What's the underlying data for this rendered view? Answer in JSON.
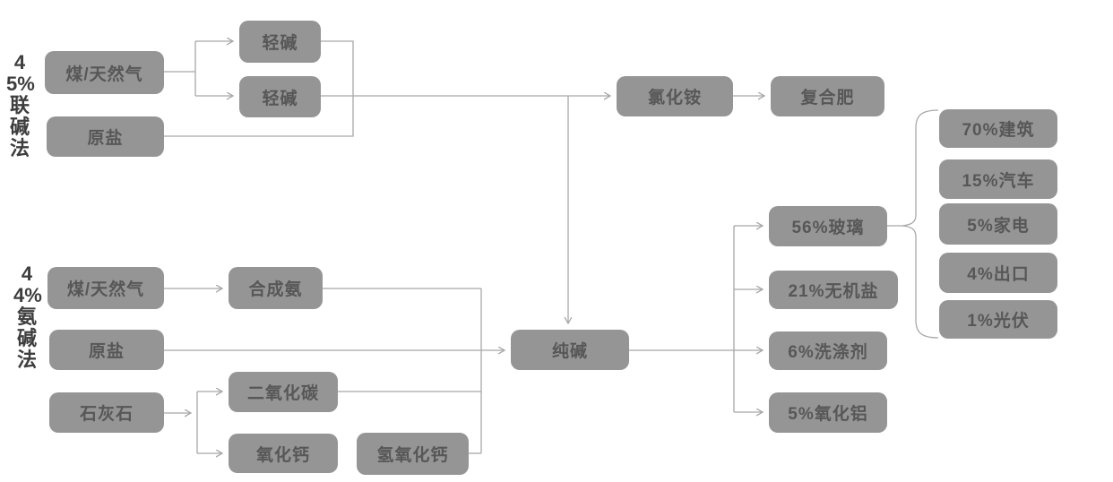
{
  "colors": {
    "node_fill": "#959595",
    "node_text": "#575757",
    "side_label": "#3d3d3d",
    "connector": "#a8a8a8",
    "background": "#ffffff"
  },
  "side_labels": {
    "top_process": "45%联碱法",
    "bottom_process": "44%氨碱法"
  },
  "nodes": {
    "coal_gas_top": "煤/天然气",
    "raw_salt_top": "原盐",
    "light_soda_1": "轻碱",
    "light_soda_2": "轻碱",
    "ammonium_chloride": "氯化铵",
    "compound_fertilizer": "复合肥",
    "coal_gas_bottom": "煤/天然气",
    "raw_salt_bottom": "原盐",
    "limestone": "石灰石",
    "synthetic_ammonia": "合成氨",
    "carbon_dioxide": "二氧化碳",
    "calcium_oxide": "氧化钙",
    "calcium_hydroxide": "氢氧化钙",
    "soda_ash": "纯碱",
    "glass": "56%玻璃",
    "inorganic_salt": "21%无机盐",
    "detergent": "6%洗涤剂",
    "alumina": "5%氧化铝",
    "construction": "70%建筑",
    "automobile": "15%汽车",
    "appliance": "5%家电",
    "export": "4%出口",
    "photovoltaic": "1%光伏"
  }
}
